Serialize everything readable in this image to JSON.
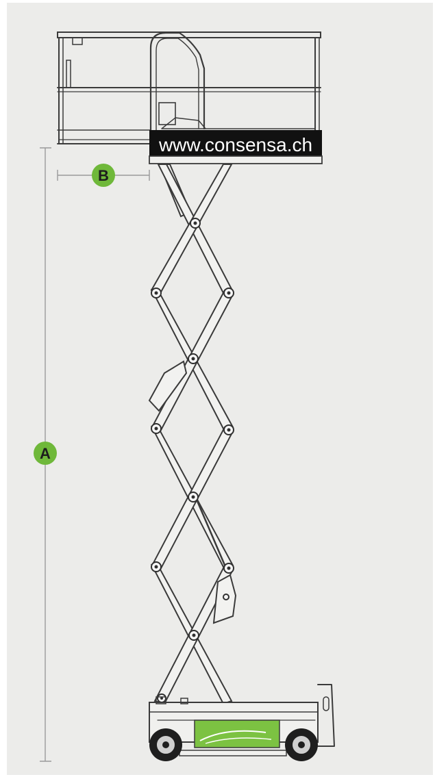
{
  "diagram": {
    "dimension_a_label": "A",
    "dimension_b_label": "B",
    "platform_banner_text": "www.consensa.ch",
    "base_panel_text": ""
  },
  "colors": {
    "background": "#ececea",
    "badge_green": "#6fb83a",
    "base_panel_green": "#7cc242",
    "banner_black": "#111111",
    "banner_text": "#ffffff",
    "line_dark": "#3a3a3a",
    "dimension_gray": "#9a9a9a"
  }
}
